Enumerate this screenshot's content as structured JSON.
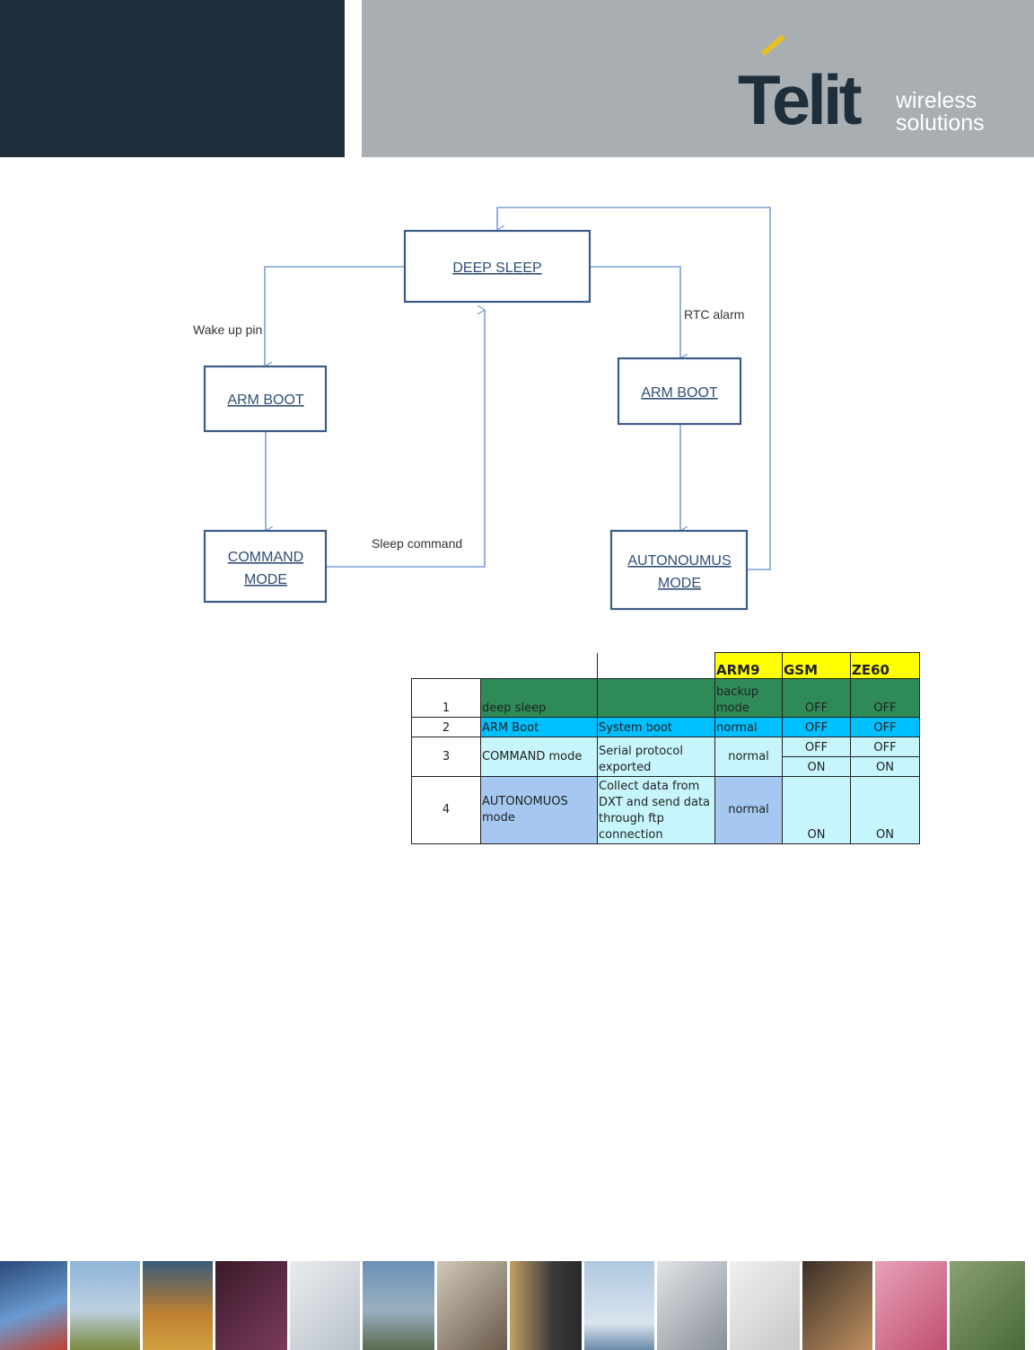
{
  "header": {
    "logo_word": "Telit",
    "logo_sub_line1": "wireless",
    "logo_sub_line2": "solutions"
  },
  "diagram": {
    "nodes": {
      "deep_sleep": "DEEP SLEEP",
      "arm_boot_left": "ARM BOOT",
      "arm_boot_right": "ARM BOOT",
      "command_mode_line1": "COMMAND",
      "command_mode_line2": "MODE",
      "autonomous_mode_line1": "AUTONOUMUS",
      "autonomous_mode_line2": "MODE"
    },
    "edges": {
      "wake_up_pin": "Wake up pin",
      "rtc_alarm": "RTC alarm",
      "sleep_command": "Sleep command"
    }
  },
  "table": {
    "headers": [
      "",
      "",
      "",
      "ARM9",
      "GSM",
      "ZE60"
    ],
    "rows": [
      {
        "num": "1",
        "mode": "deep sleep",
        "desc": "",
        "arm9": "backup mode",
        "gsm": "OFF",
        "ze60": "OFF"
      },
      {
        "num": "2",
        "mode": "ARM Boot",
        "desc": "System boot",
        "arm9": "normal",
        "gsm": "OFF",
        "ze60": "OFF"
      },
      {
        "num": "3",
        "mode": "COMMAND mode",
        "desc": "Serial protocol exported",
        "arm9": "normal",
        "gsm_a": "OFF",
        "ze60_a": "OFF",
        "gsm_b": "ON",
        "ze60_b": "ON"
      },
      {
        "num": "4",
        "mode": "AUTONOMUOS mode",
        "desc": "Collect data from DXT and send data through ftp connection",
        "arm9": "normal",
        "gsm": "ON",
        "ze60": "ON"
      }
    ]
  },
  "colors": {
    "header_dark": "#1e2e3b",
    "header_grey": "#a9aeb3",
    "arrow": "#7b9fd4",
    "box_border": "#3b5b87",
    "table_header": "#ffff00",
    "row_deep_sleep": "#2e8b57",
    "row_arm_boot": "#00bfff",
    "row_command": "#c6f5fb",
    "row_autonomous": "#a6c8f0"
  }
}
